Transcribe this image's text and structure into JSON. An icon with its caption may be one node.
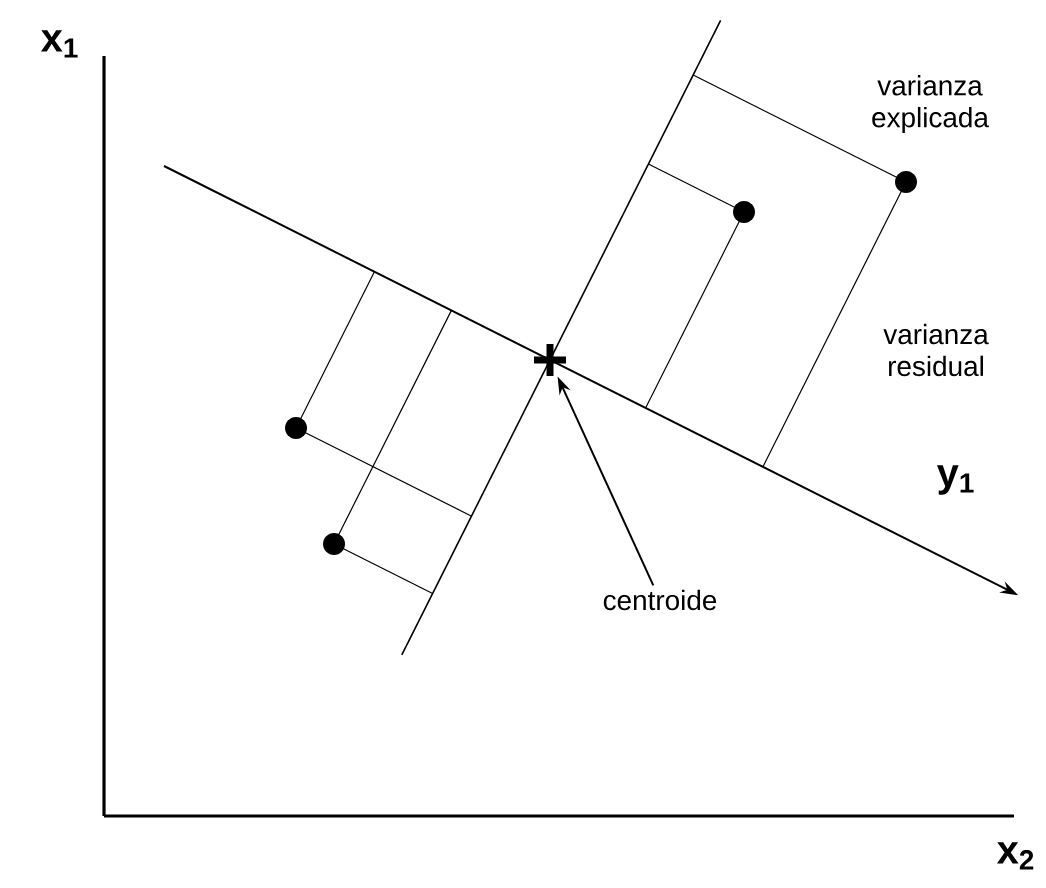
{
  "diagram": {
    "nodes": [
      {
        "text": [
          "centroide"
        ]
      },
      {
        "text": [],
        "shape": "cross"
      }
    ],
    "edges": [
      {
        "from": 0,
        "to": 1,
        "arrow": "to"
      }
    ],
    "labels": [
      "x$_{1}$",
      "varianza explicada",
      "varianza residual",
      "y$_{1}$",
      "x$_{2}$"
    ]
  }
}
